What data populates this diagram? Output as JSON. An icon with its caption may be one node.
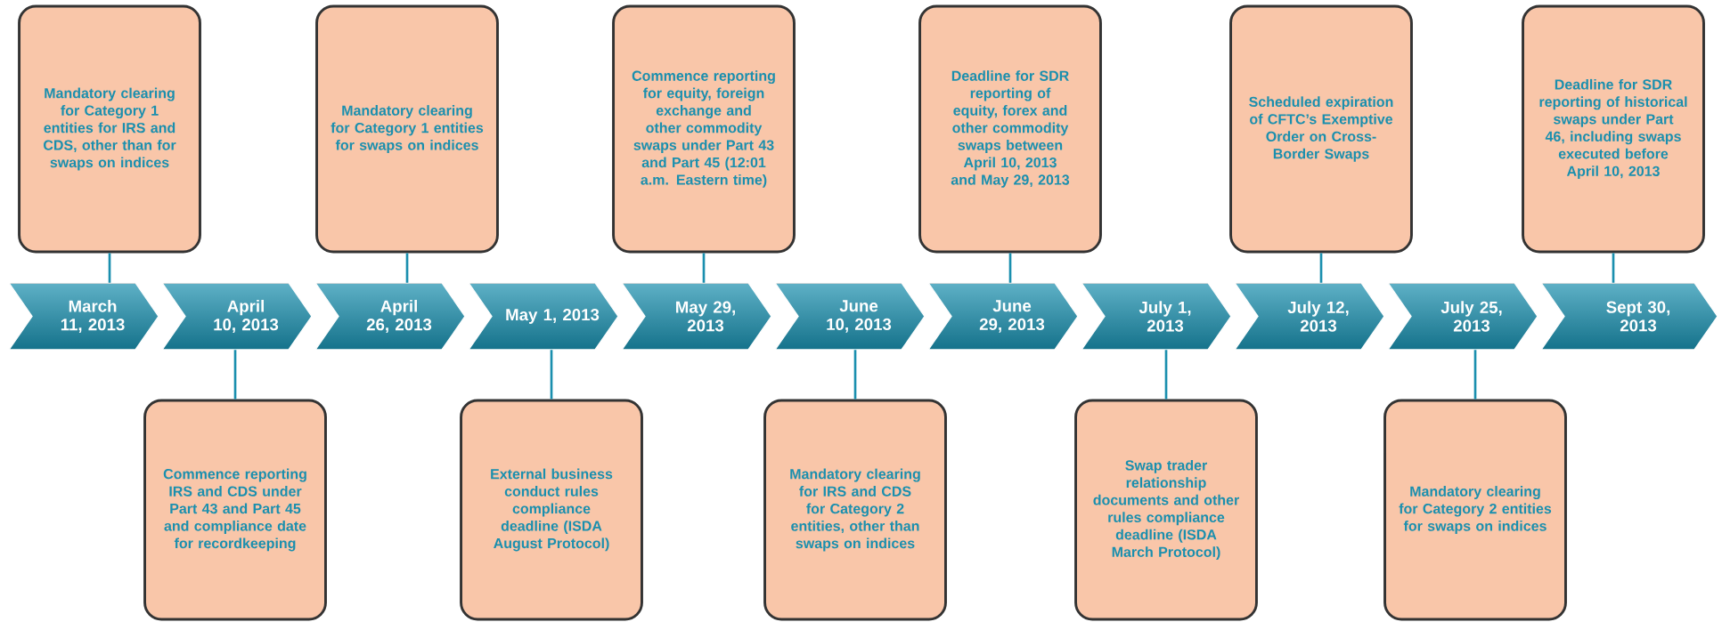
{
  "diagram": {
    "nodes": [
      {
        "text": [
          "Mandatory clearing for Category 1 entities for IRS and CDS, other than for swaps on indices"
        ]
      },
      {
        "text": [
          "Mandatory clearing for Category 1 entities for swaps on indices"
        ]
      },
      {
        "text": [
          "Commence reporting for equity, foreign exchange and other commodity swaps under Part 43 and Part 45 (12:01 a.m. Eastern time)"
        ]
      },
      {
        "text": [
          "Deadline for SDR reporting of equity, forex and other commodity swaps between April 10, 2013 and May 29, 2013"
        ]
      },
      {
        "text": [
          "Scheduled expiration of CFTC’s Exemptive Order on Cross-Border Swaps"
        ]
      },
      {
        "text": [
          "Deadline for SDR reporting of historical swaps under Part 46, including swaps executed before April 10, 2013"
        ]
      },
      {
        "text": [
          "March 11, 2013"
        ]
      },
      {
        "text": [
          "April 10, 2013"
        ]
      },
      {
        "text": [
          "April 26, 2013"
        ]
      },
      {
        "text": [
          "May 1, 2013"
        ]
      },
      {
        "text": [
          "May 29, 2013"
        ]
      },
      {
        "text": [
          "June 10, 2013"
        ]
      },
      {
        "text": [
          "June 29, 2013"
        ]
      },
      {
        "text": [
          "July 1, 2013"
        ]
      },
      {
        "text": [
          "July 12, 2013"
        ]
      },
      {
        "text": [
          "July 25, 2013"
        ]
      },
      {
        "text": [
          "Sept 30, 2013"
        ]
      },
      {
        "text": [
          "Commence reporting IRS and CDS under Part 43 and Part 45 and compliance date for recordkeeping"
        ]
      },
      {
        "text": [
          "External business conduct rules compliance deadline (ISDA August Protocol)"
        ]
      },
      {
        "text": [
          "Mandatory clearing for IRS and CDS for Category 2 entities, other than swaps on indices"
        ]
      },
      {
        "text": [
          "Swap trader relationship documents and other rules compliance deadline (ISDA March Protocol)"
        ]
      },
      {
        "text": [
          "Mandatory clearing for Category 2 entities for swaps on indices"
        ]
      }
    ],
    "edges": [
      {
        "from": 6,
        "to": 0,
        "arrow": "none"
      },
      {
        "from": 8,
        "to": 1,
        "arrow": "none"
      },
      {
        "from": 10,
        "to": 2,
        "arrow": "none"
      },
      {
        "from": 12,
        "to": 3,
        "arrow": "none"
      },
      {
        "from": 14,
        "to": 4,
        "arrow": "none"
      },
      {
        "from": 16,
        "to": 5,
        "arrow": "none"
      },
      {
        "from": 7,
        "to": 17,
        "arrow": "none"
      },
      {
        "from": 9,
        "to": 18,
        "arrow": "none"
      },
      {
        "from": 11,
        "to": 19,
        "arrow": "none"
      },
      {
        "from": 13,
        "to": 20,
        "arrow": "none"
      },
      {
        "from": 15,
        "to": 21,
        "arrow": "none"
      }
    ]
  }
}
